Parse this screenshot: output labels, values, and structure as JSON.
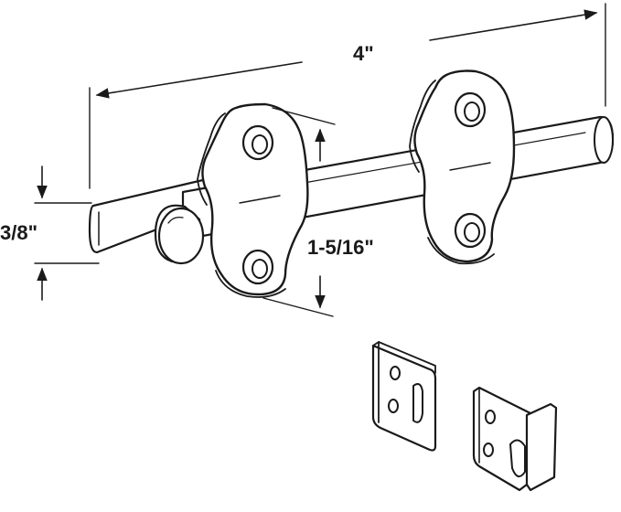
{
  "dimensions": {
    "length": "4\"",
    "height": "1-5/16\"",
    "bolt_diameter": "3/8\""
  },
  "colors": {
    "line": "#1a1a1a",
    "background": "#ffffff"
  }
}
